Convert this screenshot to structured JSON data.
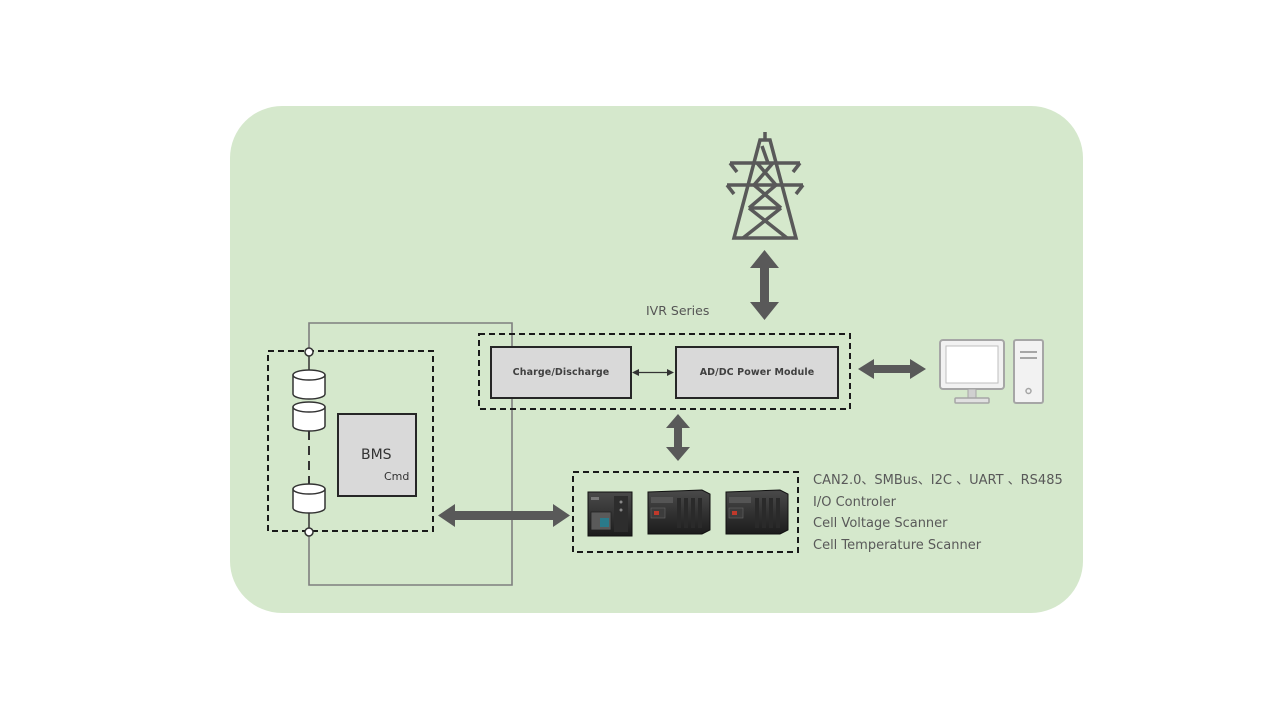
{
  "diagram": {
    "ivr_label": "IVR Series",
    "charge_discharge_label": "Charge/Discharge",
    "ac_dc_module_label": "AD/DC Power Module",
    "bms_label": "BMS",
    "bms_cmd_label": "Cmd",
    "protocol_lines": [
      "CAN2.0、SMBus、I2C 、UART 、RS485",
      "I/O Controler",
      "Cell Voltage Scanner",
      "Cell Temperature Scanner"
    ],
    "icons": [
      "power-tower-icon",
      "computer-monitor-icon",
      "pc-tower-icon",
      "battery-cell-icon",
      "scanner-device-icon"
    ]
  },
  "colors": {
    "panel_bg": "#d5e8cc",
    "box_fill": "#d9d9d9",
    "arrow": "#595959",
    "dash": "#1a1a1a",
    "wire": "#7f7f7f"
  }
}
